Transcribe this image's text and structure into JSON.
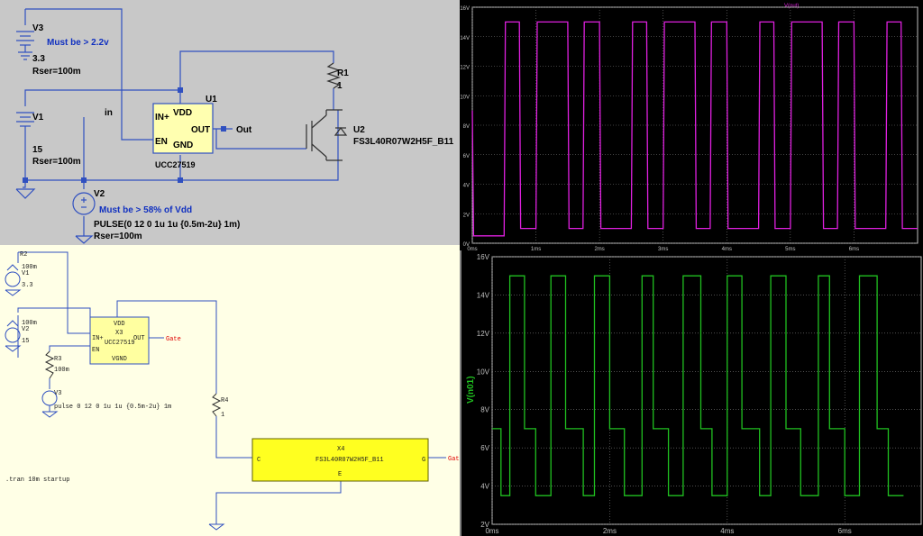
{
  "schematic_top": {
    "v3": {
      "name": "V3",
      "value": "3.3",
      "rser": "Rser=100m",
      "note": "Must be > 2.2v"
    },
    "v1": {
      "name": "V1",
      "value": "15",
      "rser": "Rser=100m"
    },
    "v2": {
      "name": "V2",
      "note": "Must be > 58% of Vdd",
      "value": "PULSE(0 12 0 1u 1u {0.5m-2u} 1m)",
      "rser": "Rser=100m"
    },
    "net_in": "in",
    "net_out": "Out",
    "u1": {
      "name": "U1",
      "part": "UCC27519",
      "pin_inp": "IN+",
      "pin_en": "EN",
      "pin_vdd": "VDD",
      "pin_out": "OUT",
      "pin_gnd": "GND"
    },
    "r1": {
      "name": "R1",
      "value": "1"
    },
    "u2": {
      "name": "U2",
      "part": "FS3L40R07W2H5F_B11"
    }
  },
  "schematic_bottom": {
    "v1": {
      "name": "V1",
      "rser": "100m",
      "value": "3.3"
    },
    "v2": {
      "name": "V2",
      "rser": "100m",
      "value": "15"
    },
    "r3": {
      "name": "R3",
      "value": "100m"
    },
    "v3": {
      "name": "V3",
      "value": "pulse 0 12 0 1u 1u {0.5m-2u} 1m"
    },
    "x3": {
      "name": "X3",
      "part": "UCC27519",
      "pin_vdd": "VDD",
      "pin_inp": "IN+",
      "pin_en": "EN",
      "pin_out": "OUT",
      "pin_gnd": "VGND"
    },
    "gate_label": "Gate",
    "r4": {
      "name": "R4",
      "value": "1"
    },
    "x4": {
      "name": "X4",
      "part": "FS3L40R07W2H5F_B11",
      "pin_c": "C",
      "pin_g": "G",
      "pin_e": "E"
    },
    "gate_label2": "Gate",
    "directive": ".tran 10m startup",
    "r_top_left": {
      "name": "R2"
    }
  },
  "plot_top": {
    "trace_label": "V(out)",
    "y_ticks": [
      "0V",
      "2V",
      "4V",
      "6V",
      "8V",
      "10V",
      "12V",
      "14V",
      "16V"
    ],
    "x_ticks": [
      "0ms",
      "1ms",
      "2ms",
      "3ms",
      "4ms",
      "5ms",
      "6ms"
    ],
    "colors": {
      "trace": "#e020e0",
      "grid": "#808080",
      "axis": "#c0c0c0"
    }
  },
  "plot_bottom": {
    "ylabel": "V(n01)",
    "y_ticks": [
      "2V",
      "4V",
      "6V",
      "8V",
      "10V",
      "12V",
      "14V",
      "16V"
    ],
    "x_ticks": [
      "0ms",
      "2ms",
      "4ms",
      "6ms"
    ],
    "colors": {
      "trace": "#20c020",
      "grid": "#808080",
      "axis": "#c0c0c0"
    }
  },
  "chart_data": [
    {
      "type": "line",
      "series": [
        {
          "name": "V(out)",
          "x": [
            0,
            0.02,
            0.5,
            0.52,
            0.74,
            0.76,
            1.0,
            1.02,
            1.5,
            1.52,
            1.74,
            1.76,
            2.0,
            2.02,
            2.5,
            2.52,
            2.74,
            2.76,
            3.0,
            3.02,
            3.5,
            3.52,
            3.74,
            3.76,
            4.0,
            4.02,
            4.5,
            4.52,
            4.74,
            4.76,
            5.0,
            5.02,
            5.5,
            5.52,
            5.74,
            5.76,
            6.0,
            6.02,
            6.5,
            6.52,
            6.74,
            6.76,
            7.0
          ],
          "y": [
            9,
            0.5,
            0.5,
            15,
            15,
            1,
            1,
            15,
            15,
            1,
            1,
            15,
            15,
            1,
            1,
            15,
            15,
            1,
            1,
            15,
            15,
            1,
            1,
            15,
            15,
            1,
            1,
            15,
            15,
            1,
            1,
            15,
            15,
            1,
            1,
            15,
            15,
            1,
            1,
            15,
            15,
            1,
            1
          ]
        }
      ],
      "xlim": [
        0,
        7
      ],
      "ylim": [
        0,
        16
      ],
      "grid": true
    },
    {
      "type": "line",
      "series": [
        {
          "name": "V(n01)",
          "x": [
            0,
            0.15,
            0.15,
            0.3,
            0.3,
            0.55,
            0.55,
            0.74,
            0.74,
            1.0,
            1.0,
            1.25,
            1.25,
            1.55,
            1.55,
            1.74,
            1.74,
            2.0,
            2.0,
            2.25,
            2.25,
            2.55,
            2.55,
            2.74,
            2.74,
            3.0,
            3.0,
            3.25,
            3.25,
            3.55,
            3.55,
            3.74,
            3.74,
            4.0,
            4.0,
            4.25,
            4.25,
            4.55,
            4.55,
            4.74,
            4.74,
            5.0,
            5.0,
            5.25,
            5.25,
            5.55,
            5.55,
            5.74,
            5.74,
            6.0,
            6.0,
            6.25,
            6.25,
            6.55,
            6.55,
            6.74,
            6.74,
            7.0
          ],
          "y": [
            7,
            7,
            3.5,
            3.5,
            15,
            15,
            7,
            7,
            3.5,
            3.5,
            15,
            15,
            7,
            7,
            3.5,
            3.5,
            15,
            15,
            7,
            7,
            3.5,
            3.5,
            15,
            15,
            7,
            7,
            3.5,
            3.5,
            15,
            15,
            7,
            7,
            3.5,
            3.5,
            15,
            15,
            7,
            7,
            3.5,
            3.5,
            15,
            15,
            7,
            7,
            3.5,
            3.5,
            15,
            15,
            7,
            7,
            3.5,
            3.5,
            15,
            15,
            7,
            7,
            3.5,
            3.5
          ]
        }
      ],
      "ylabel": "V(n01)",
      "xlim": [
        0,
        7.3
      ],
      "ylim": [
        2,
        16
      ],
      "grid": true
    }
  ]
}
